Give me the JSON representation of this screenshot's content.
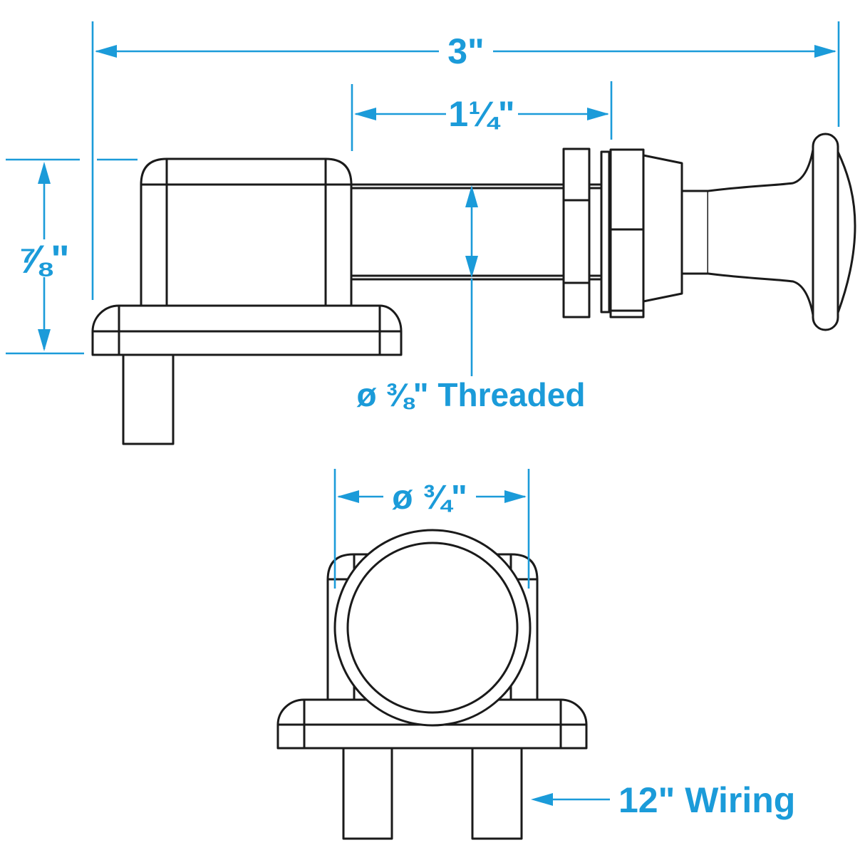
{
  "colors": {
    "dimension_blue": "#1b9bd9",
    "outline_black": "#1a1a1a",
    "background": "#ffffff"
  },
  "dimensions": {
    "total_length": "3\"",
    "shaft_length": "1¼\"",
    "body_height": "⅞\"",
    "thread_diameter": "ø ⅜\" Threaded",
    "knob_diameter": "ø ¾\"",
    "wiring_length": "12\" Wiring"
  }
}
